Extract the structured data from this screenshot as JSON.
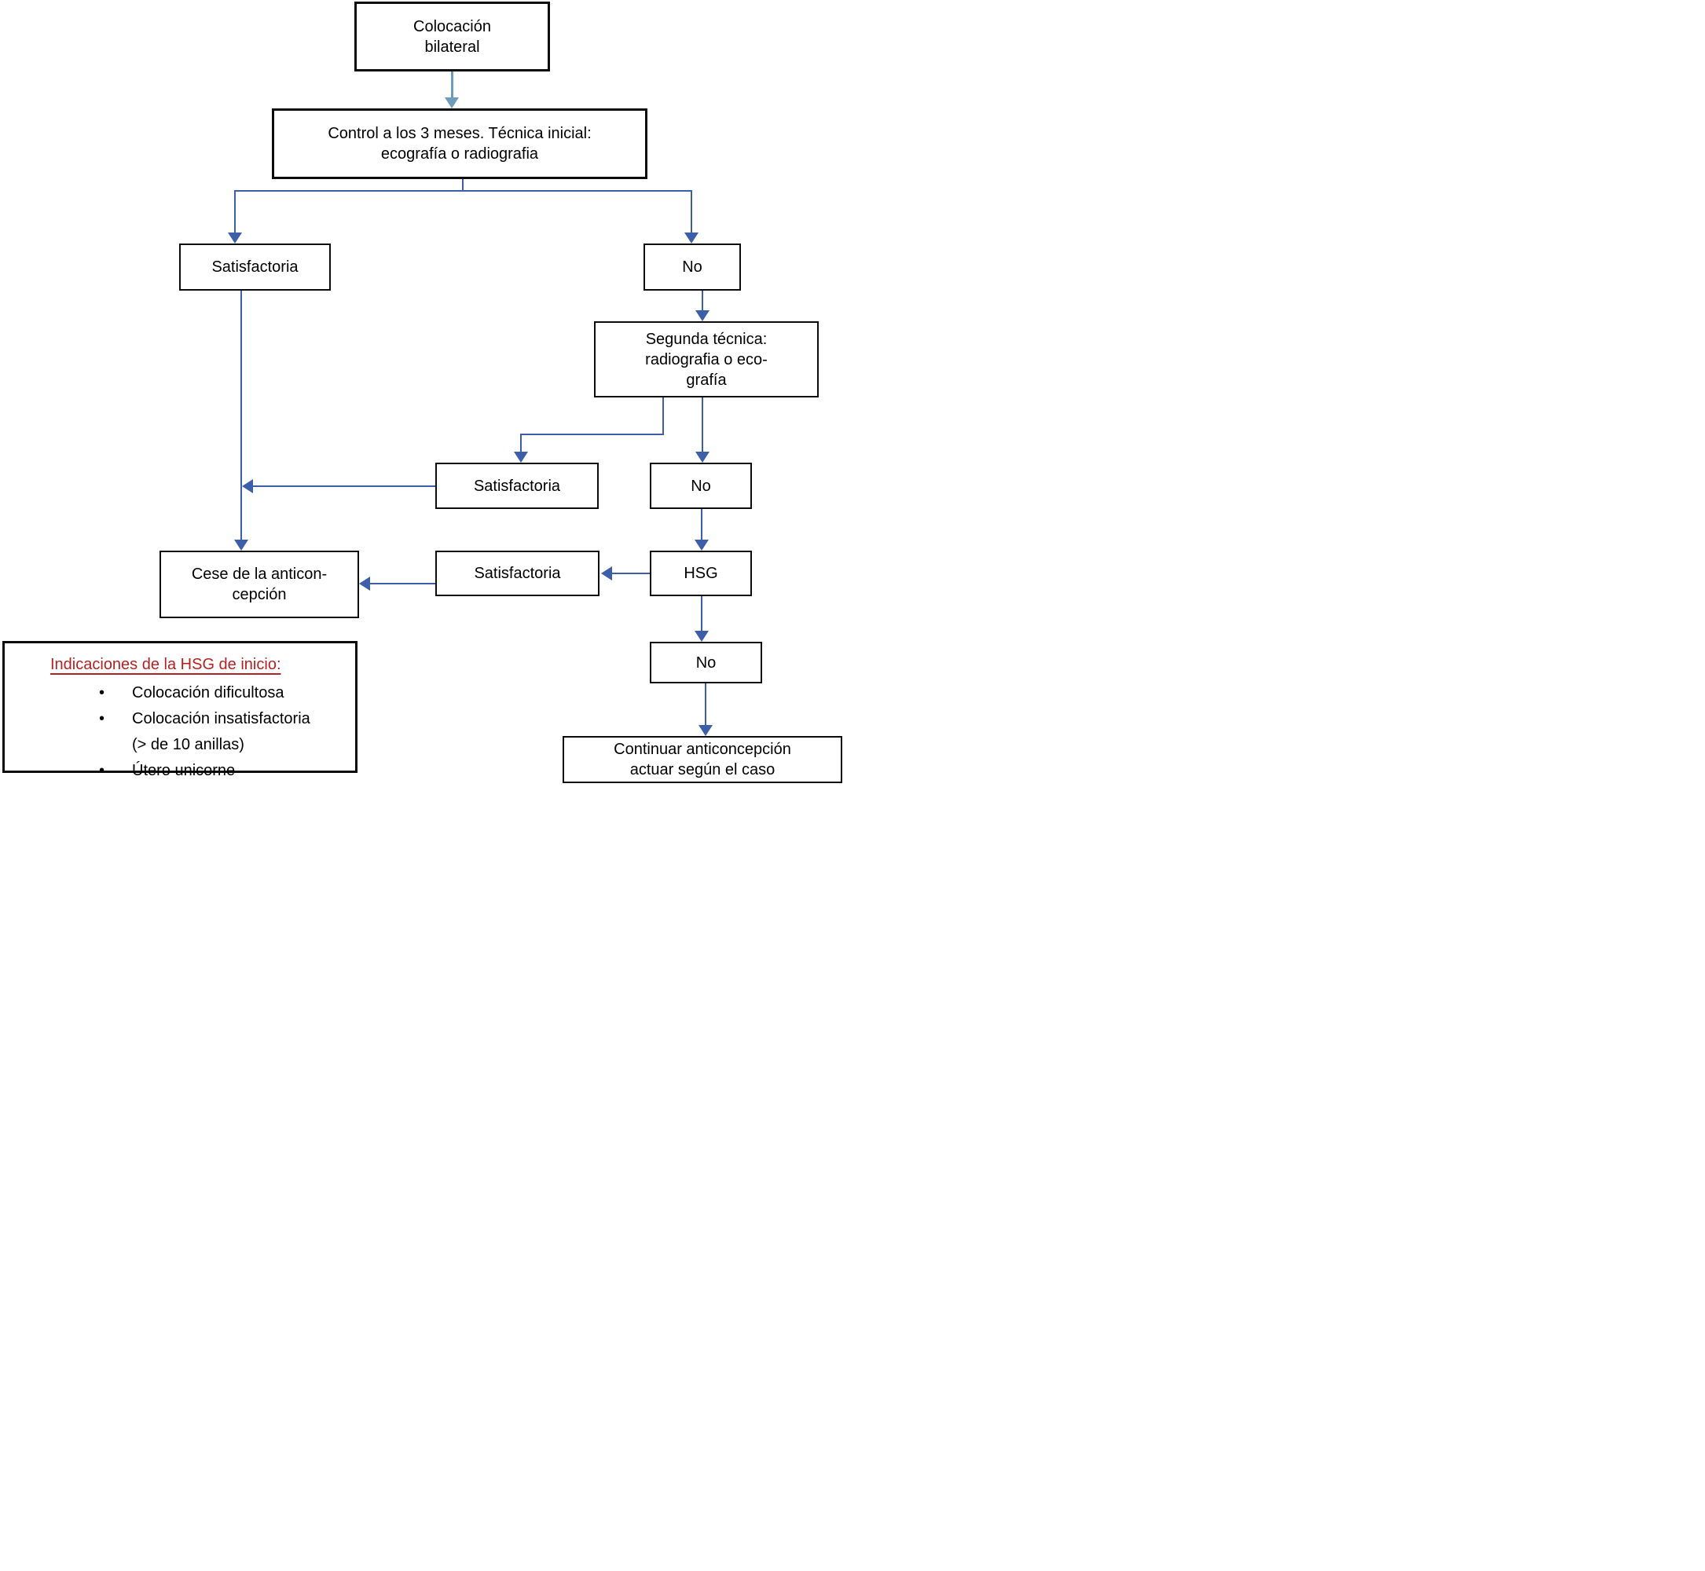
{
  "diagram": {
    "title_semantic": "Essure follow-up flowchart",
    "colors": {
      "arrow_blue": "#3d5ea9",
      "arrow_steel": "#6f9cba",
      "title_red": "#b22222",
      "box_border": "#0c0c0c"
    },
    "bullet_char": "•",
    "nodes": {
      "colocacion": {
        "line1": "Colocación",
        "line2": "bilateral"
      },
      "control": {
        "line1": "Control a los 3 meses. Técnica inicial:",
        "line2": "ecografía o radiografia"
      },
      "satisfactoria1": {
        "label": "Satisfactoria"
      },
      "no1": {
        "label": "No"
      },
      "segunda": {
        "line1": "Segunda técnica:",
        "line2": "radiografia o eco-",
        "line3": "grafía"
      },
      "satisfactoria2": {
        "label": "Satisfactoria"
      },
      "no2": {
        "label": "No"
      },
      "hsg": {
        "label": "HSG"
      },
      "satisfactoria3": {
        "label": "Satisfactoria"
      },
      "cese": {
        "line1": "Cese de la anticon-",
        "line2": "cepción"
      },
      "no3": {
        "label": "No"
      },
      "continuar": {
        "line1": "Continuar anticoncepción",
        "line2": "actuar según el caso"
      }
    },
    "indications": {
      "title": "Indicaciones de la HSG de inicio:",
      "items": [
        "Colocación dificultosa",
        "Colocación insatisfactoria",
        "(> de 10 anillas)",
        "Útero unicorne"
      ]
    }
  }
}
